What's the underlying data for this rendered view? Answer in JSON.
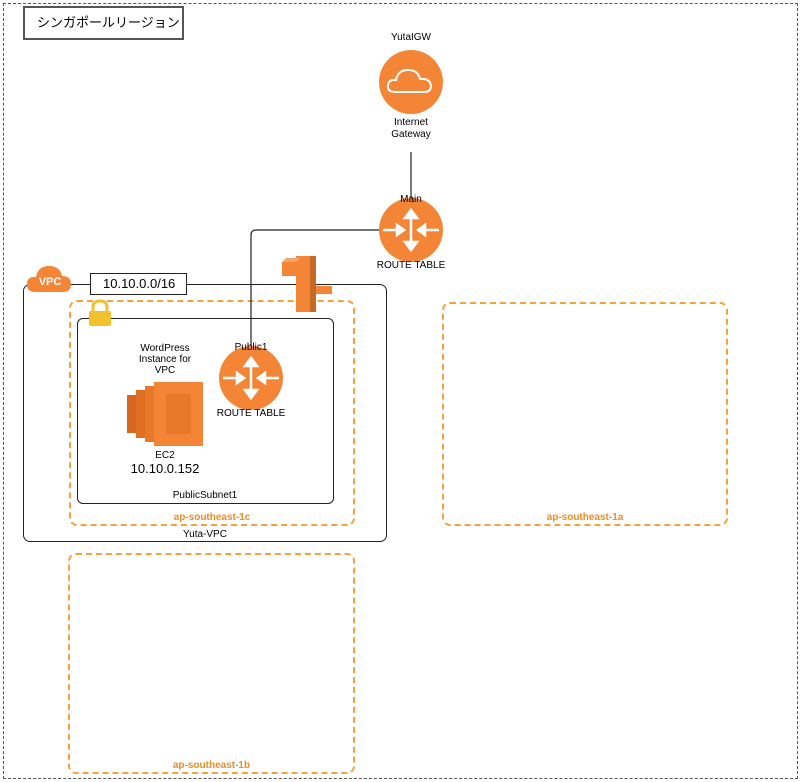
{
  "region": {
    "label": "シンガポールリージョン"
  },
  "igw": {
    "name": "YutaIGW",
    "type_label": "Internet\nGateway",
    "icon": "cloud-icon"
  },
  "main_route_table": {
    "name": "Main",
    "label": "ROUTE TABLE",
    "icon": "router-icon"
  },
  "vpc": {
    "badge": "VPC",
    "cidr": "10.10.0.0/16",
    "name": "Yuta-VPC",
    "icon": "vpc-cloud-icon"
  },
  "subnet": {
    "name": "PublicSubnet1",
    "icon": "lock-icon"
  },
  "public_route_table": {
    "name": "Public1",
    "label": "ROUTE TABLE"
  },
  "ec2": {
    "title": "WordPress\nInstance for\nVPC",
    "label": "EC2",
    "ip": "10.10.0.152",
    "icon": "ec2-icon"
  },
  "router_icon": {
    "icon": "vpc-router-icon"
  },
  "availability_zones": [
    {
      "name": "ap-southeast-1c"
    },
    {
      "name": "ap-southeast-1a"
    },
    {
      "name": "ap-southeast-1b"
    }
  ],
  "colors": {
    "aws_orange": "#f58536",
    "az_dash": "#f4a23a",
    "az_text": "#f08c1c"
  }
}
